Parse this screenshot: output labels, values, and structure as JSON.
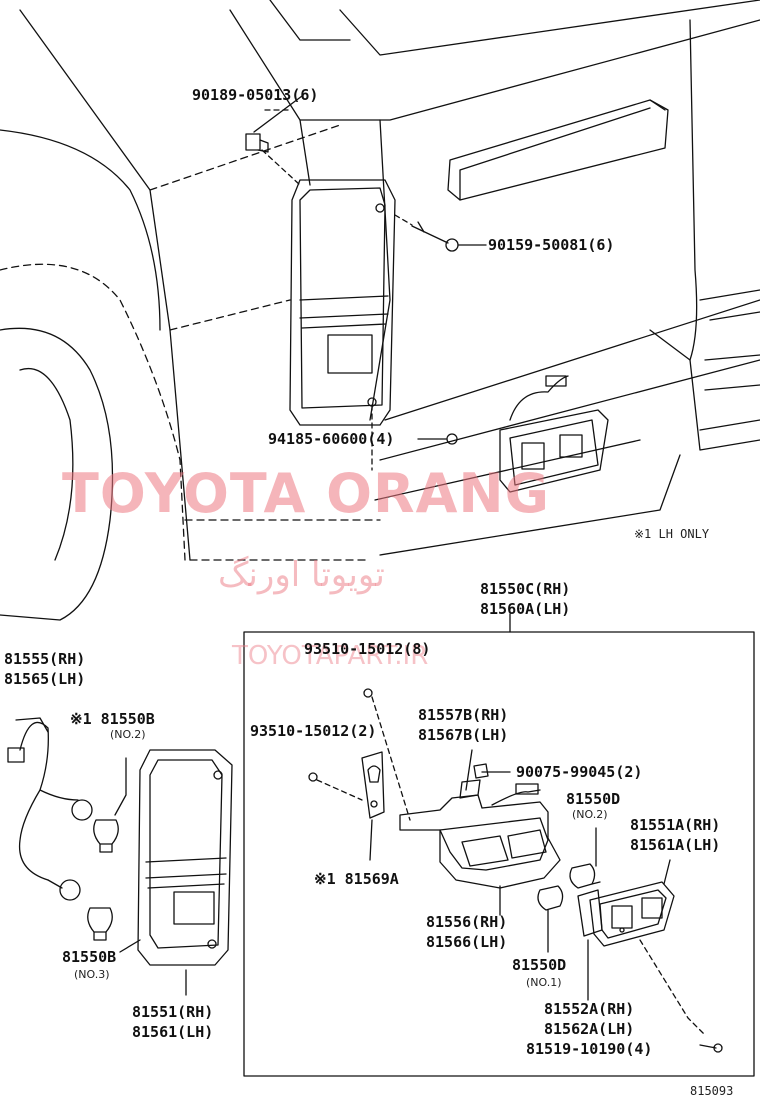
{
  "labels": {
    "p90189": "90189-05013(6)",
    "p90159": "90159-50081(6)",
    "p94185": "94185-60600(4)",
    "lh_only": "※1  LH ONLY",
    "p81550c": "81550C(RH)",
    "p81560a": "81560A(LH)",
    "p81555": "81555(RH)",
    "p81565": "81565(LH)",
    "p81550b_top": "※1 81550B",
    "no2_a": "(NO.2)",
    "p81550b_bot": "81550B",
    "no3": "(NO.3)",
    "p81551": "81551(RH)",
    "p81561": "81561(LH)",
    "p93510_8": "93510-15012(8)",
    "p93510_2": "93510-15012(2)",
    "p81557b": "81557B(RH)",
    "p81567b": "81567B(LH)",
    "p90075": "90075-99045(2)",
    "p81550d_top": "81550D",
    "no2_b": "(NO.2)",
    "p81551a": "81551A(RH)",
    "p81561a": "81561A(LH)",
    "p81569a": "※1 81569A",
    "p81556": "81556(RH)",
    "p81566": "81566(LH)",
    "p81550d_bot": "81550D",
    "no1": "(NO.1)",
    "p81552a": "81552A(RH)",
    "p81562a": "81562A(LH)",
    "p81519": "81519-10190(4)",
    "fig_no": "815093"
  },
  "watermark": {
    "latin": "TOYOTA ORANG",
    "persian": "تویوتا اورنگ",
    "site": "TOYOTAPART.IR",
    "color": "#ec7882"
  }
}
